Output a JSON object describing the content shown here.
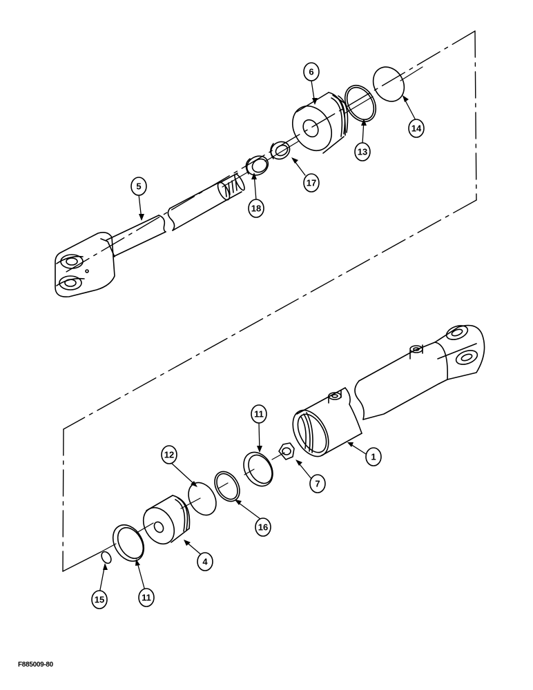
{
  "diagram": {
    "figure_id": "F885009-80",
    "callouts": [
      {
        "id": "c6",
        "label": "6"
      },
      {
        "id": "c14",
        "label": "14"
      },
      {
        "id": "c13",
        "label": "13"
      },
      {
        "id": "c17",
        "label": "17"
      },
      {
        "id": "c18",
        "label": "18"
      },
      {
        "id": "c5",
        "label": "5"
      },
      {
        "id": "c11a",
        "label": "11"
      },
      {
        "id": "c12",
        "label": "12"
      },
      {
        "id": "c1",
        "label": "1"
      },
      {
        "id": "c7",
        "label": "7"
      },
      {
        "id": "c16",
        "label": "16"
      },
      {
        "id": "c4",
        "label": "4"
      },
      {
        "id": "c15",
        "label": "15"
      },
      {
        "id": "c11b",
        "label": "11"
      }
    ]
  }
}
